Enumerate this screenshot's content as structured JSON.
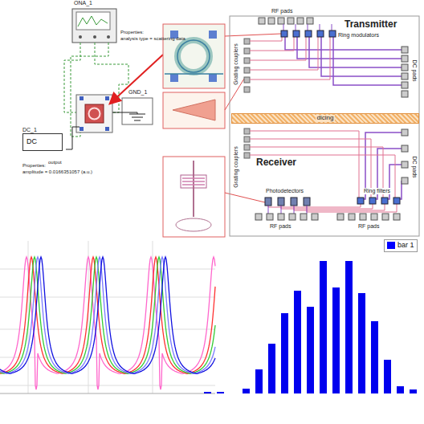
{
  "diagram": {
    "nodes": [
      {
        "text": [
          "ONA_1"
        ]
      },
      {
        "text": [
          "DC_1",
          "DC"
        ]
      },
      {
        "text": [
          "dicing"
        ]
      }
    ],
    "labels": [
      "Properties:",
      "analysis type = scattering data",
      "GND_1",
      "Properties:",
      "amplitude = 0.0166351057 (a.u.)",
      "output",
      "Transmitter",
      "RF pads",
      "Ring modulators",
      "DC pads",
      "Grating couplers",
      "Receiver",
      "Grating couplers",
      "Photodetectors",
      "Ring filters",
      "RF pads",
      "RF pads",
      "DC pads"
    ],
    "legend": [
      {
        "text": "bar 1",
        "color": "#0000ff"
      }
    ]
  }
}
